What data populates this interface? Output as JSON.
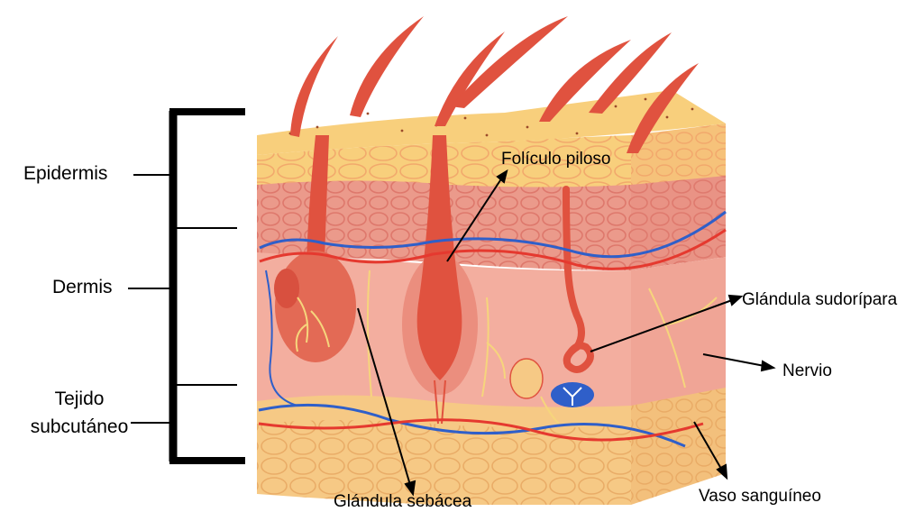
{
  "layers": {
    "epidermis": "Epidermis",
    "dermis": "Dermis",
    "subcutaneous_line1": "Tejido",
    "subcutaneous_line2": "subcutáneo"
  },
  "structures": {
    "hair_follicle": "Folículo piloso",
    "sweat_gland": "Glándula sudorípara",
    "nerve": "Nervio",
    "sebaceous_gland": "Glándula sebácea",
    "blood_vessel": "Vaso sanguíneo"
  },
  "colors": {
    "epidermis_surface": "#f8cf7c",
    "dermis": "#f2a59a",
    "dermis_cells": "#e07d74",
    "subcutaneous": "#f6c985",
    "hair": "#e0523f",
    "artery": "#e5392f",
    "vein": "#2f5fc9",
    "nerve": "#f6d57c",
    "bracket": "#000000"
  }
}
